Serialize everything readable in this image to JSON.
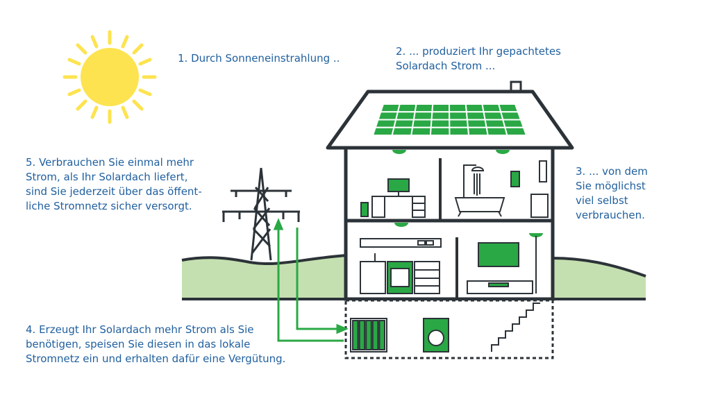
{
  "captions": {
    "step1": "1. Durch Sonneneinstrahlung ..",
    "step2": [
      "2. ... produziert Ihr gepachtetes",
      "Solardach Strom ..."
    ],
    "step3": [
      "3. ... von dem",
      "Sie möglichst",
      "viel selbst",
      "verbrauchen."
    ],
    "step4": [
      "4. Erzeugt Ihr Solardach mehr Strom als Sie",
      "benötigen, speisen Sie diesen in das lokale",
      "Stromnetz ein und erhalten dafür eine Vergütung."
    ],
    "step5": [
      "5. Verbrauchen Sie einmal mehr",
      "Strom, als Ihr Solardach liefert,",
      "sind Sie jederzeit über das öffent-",
      "liche Stromnetz sicher versorgt."
    ]
  },
  "colors": {
    "caption": "#1f5f9e",
    "outline": "#2c3338",
    "accent_green": "#2aa845",
    "hill_green": "#c5e0b0",
    "sun_yellow": "#fde34f"
  },
  "icons": [
    "sun-icon",
    "power-pylon-icon",
    "solar-panel-icon",
    "house-icon",
    "lamp-icon",
    "desk-icon",
    "bathtub-icon",
    "shower-icon",
    "kitchen-icon",
    "tv-icon",
    "battery-storage-icon",
    "washing-machine-icon",
    "stairs-icon",
    "arrow-icon"
  ]
}
